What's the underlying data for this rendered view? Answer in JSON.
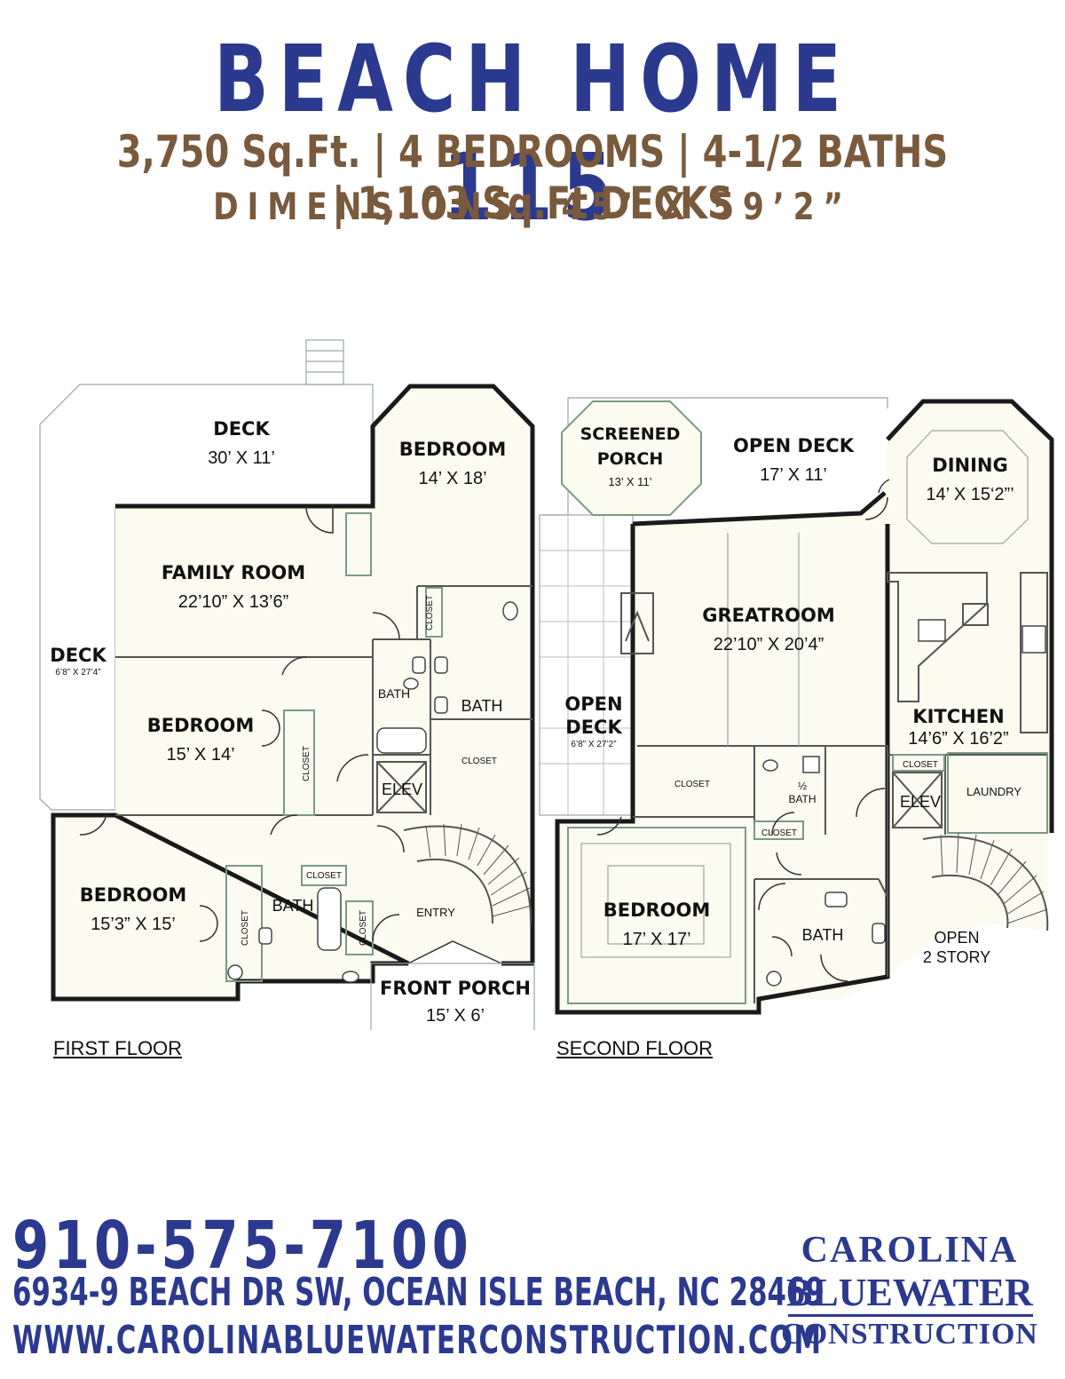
{
  "header": {
    "title": "BEACH HOME 115",
    "stats": "3,750 Sq.Ft. | 4 BEDROOMS | 4-1/2 BATHS | 1,103 Sq.Ft DECKS",
    "dimensions": "DIMENSIONS: 45’ X 59’2”"
  },
  "first_floor": {
    "label": "FIRST FLOOR",
    "rooms": {
      "deck_top": {
        "name": "DECK",
        "size": "30’ X 11’"
      },
      "deck_side": {
        "name": "DECK",
        "size": "6’8” X 27’4”"
      },
      "family_room": {
        "name": "FAMILY ROOM",
        "size": "22’10” X 13’6”"
      },
      "bedroom_ne": {
        "name": "BEDROOM",
        "size": "14’ X 18’"
      },
      "bedroom_mid": {
        "name": "BEDROOM",
        "size": "15’ X 14’"
      },
      "bedroom_sw": {
        "name": "BEDROOM",
        "size": "15’3” X 15’"
      },
      "front_porch": {
        "name": "FRONT PORCH",
        "size": "15’ X 6’"
      },
      "bath_a": "BATH",
      "bath_b": "BATH",
      "bath_c": "BATH",
      "elev": "ELEV",
      "entry": "ENTRY",
      "closet_1": "CLOSET",
      "closet_2": "CLOSET",
      "closet_3": "CLOSET",
      "closet_4": "CLOSET",
      "closet_5": "CLOSET",
      "closet_6": "CLOSET"
    }
  },
  "second_floor": {
    "label": "SECOND FLOOR",
    "rooms": {
      "screened_porch": {
        "name1": "SCREENED",
        "name2": "PORCH",
        "size": "13’ X 11’"
      },
      "open_deck_top": {
        "name": "OPEN DECK",
        "size": "17’ X 11’"
      },
      "dining": {
        "name": "DINING",
        "size": "14’ X 15‘2”’"
      },
      "greatroom": {
        "name": "GREATROOM",
        "size": "22’10” X 20’4”"
      },
      "open_deck_side": {
        "name1": "OPEN",
        "name2": "DECK",
        "size": "6’8” X 27’2”"
      },
      "kitchen": {
        "name": "KITCHEN",
        "size": "14’6” X 16’2”"
      },
      "bedroom": {
        "name": "BEDROOM",
        "size": "17’ X 17’"
      },
      "bath": "BATH",
      "half_bath_1": "½",
      "half_bath_2": "BATH",
      "elev": "ELEV",
      "laundry": "LAUNDRY",
      "open_2story_1": "OPEN",
      "open_2story_2": "2 STORY",
      "closet_1": "CLOSET",
      "closet_2": "CLOSET",
      "closet_3": "CLOSET"
    }
  },
  "footer": {
    "phone": "910-575-7100",
    "address": "6934-9 BEACH DR SW, OCEAN ISLE BEACH, NC 28469",
    "website": "WWW.CAROLINABLUEWATERCONSTRUCTION.COM"
  },
  "logo": {
    "line1": "CAROLINA",
    "line2": "BLUEWATER",
    "line3": "CONSTRUCTION"
  },
  "colors": {
    "title_blue": "#2b3a8f",
    "subtitle_brown": "#7a5a3c",
    "floor_fill": "#fbfbef",
    "wall": "#1a1a1a"
  }
}
